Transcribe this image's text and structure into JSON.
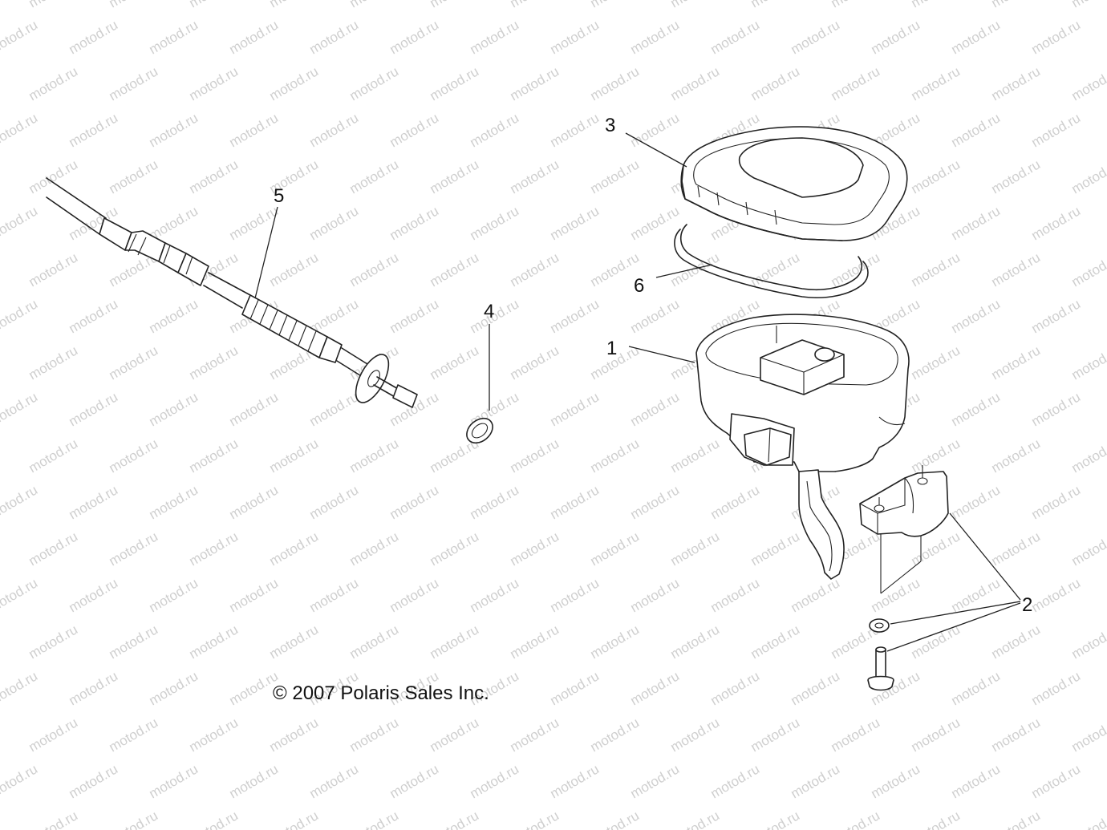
{
  "watermark": {
    "text": "motod.ru",
    "color": "#cfcfcf"
  },
  "callouts": {
    "part1": "1",
    "part2": "2",
    "part3": "3",
    "part4": "4",
    "part5": "5",
    "part6": "6"
  },
  "copyright": "© 2007 Polaris Sales Inc."
}
